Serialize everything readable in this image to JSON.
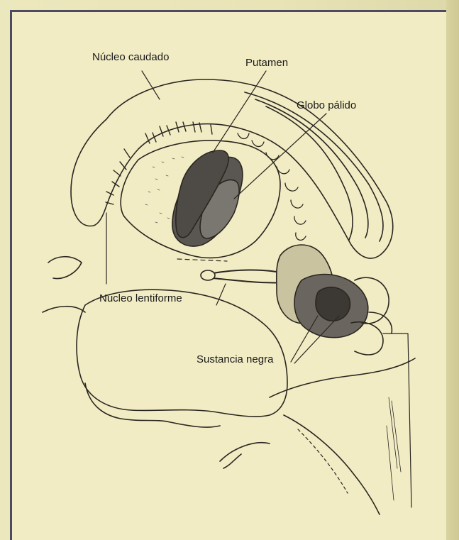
{
  "figure": {
    "labels": {
      "nucleo_caudado": "Núcleo caudado",
      "putamen": "Putamen",
      "globo_palido": "Globo pálido",
      "nucleo_lentiforme": "Núcleo lentiforme",
      "sustancia_negra": "Sustancia negra"
    }
  }
}
